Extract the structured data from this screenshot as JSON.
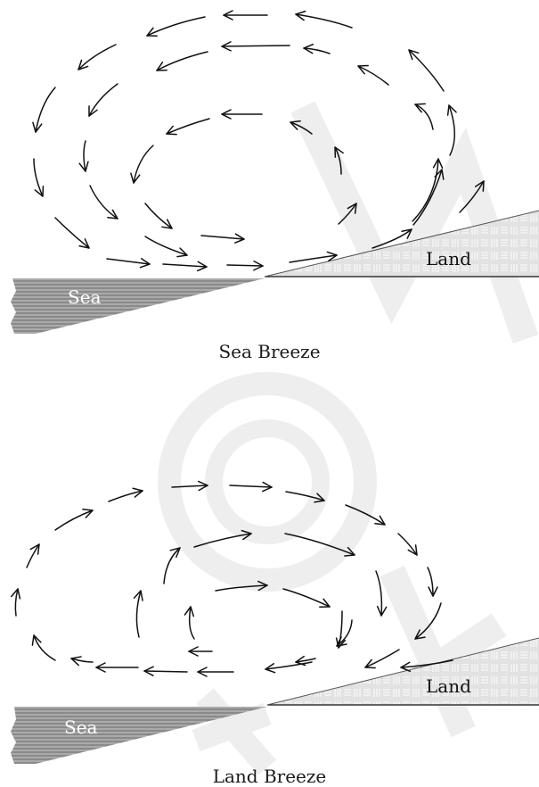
{
  "watermark": "© NCERT not to be republished",
  "panels": [
    {
      "id": "sea-breeze",
      "caption": "Sea Breeze",
      "sea_label": "Sea",
      "land_label": "Land"
    },
    {
      "id": "land-breeze",
      "caption": "Land Breeze",
      "sea_label": "Sea",
      "land_label": "Land"
    }
  ],
  "colors": {
    "sea": "#8a8a8a",
    "land": "#e2e2e2",
    "arrow": "#111111",
    "watermark": "#eeeeee"
  }
}
